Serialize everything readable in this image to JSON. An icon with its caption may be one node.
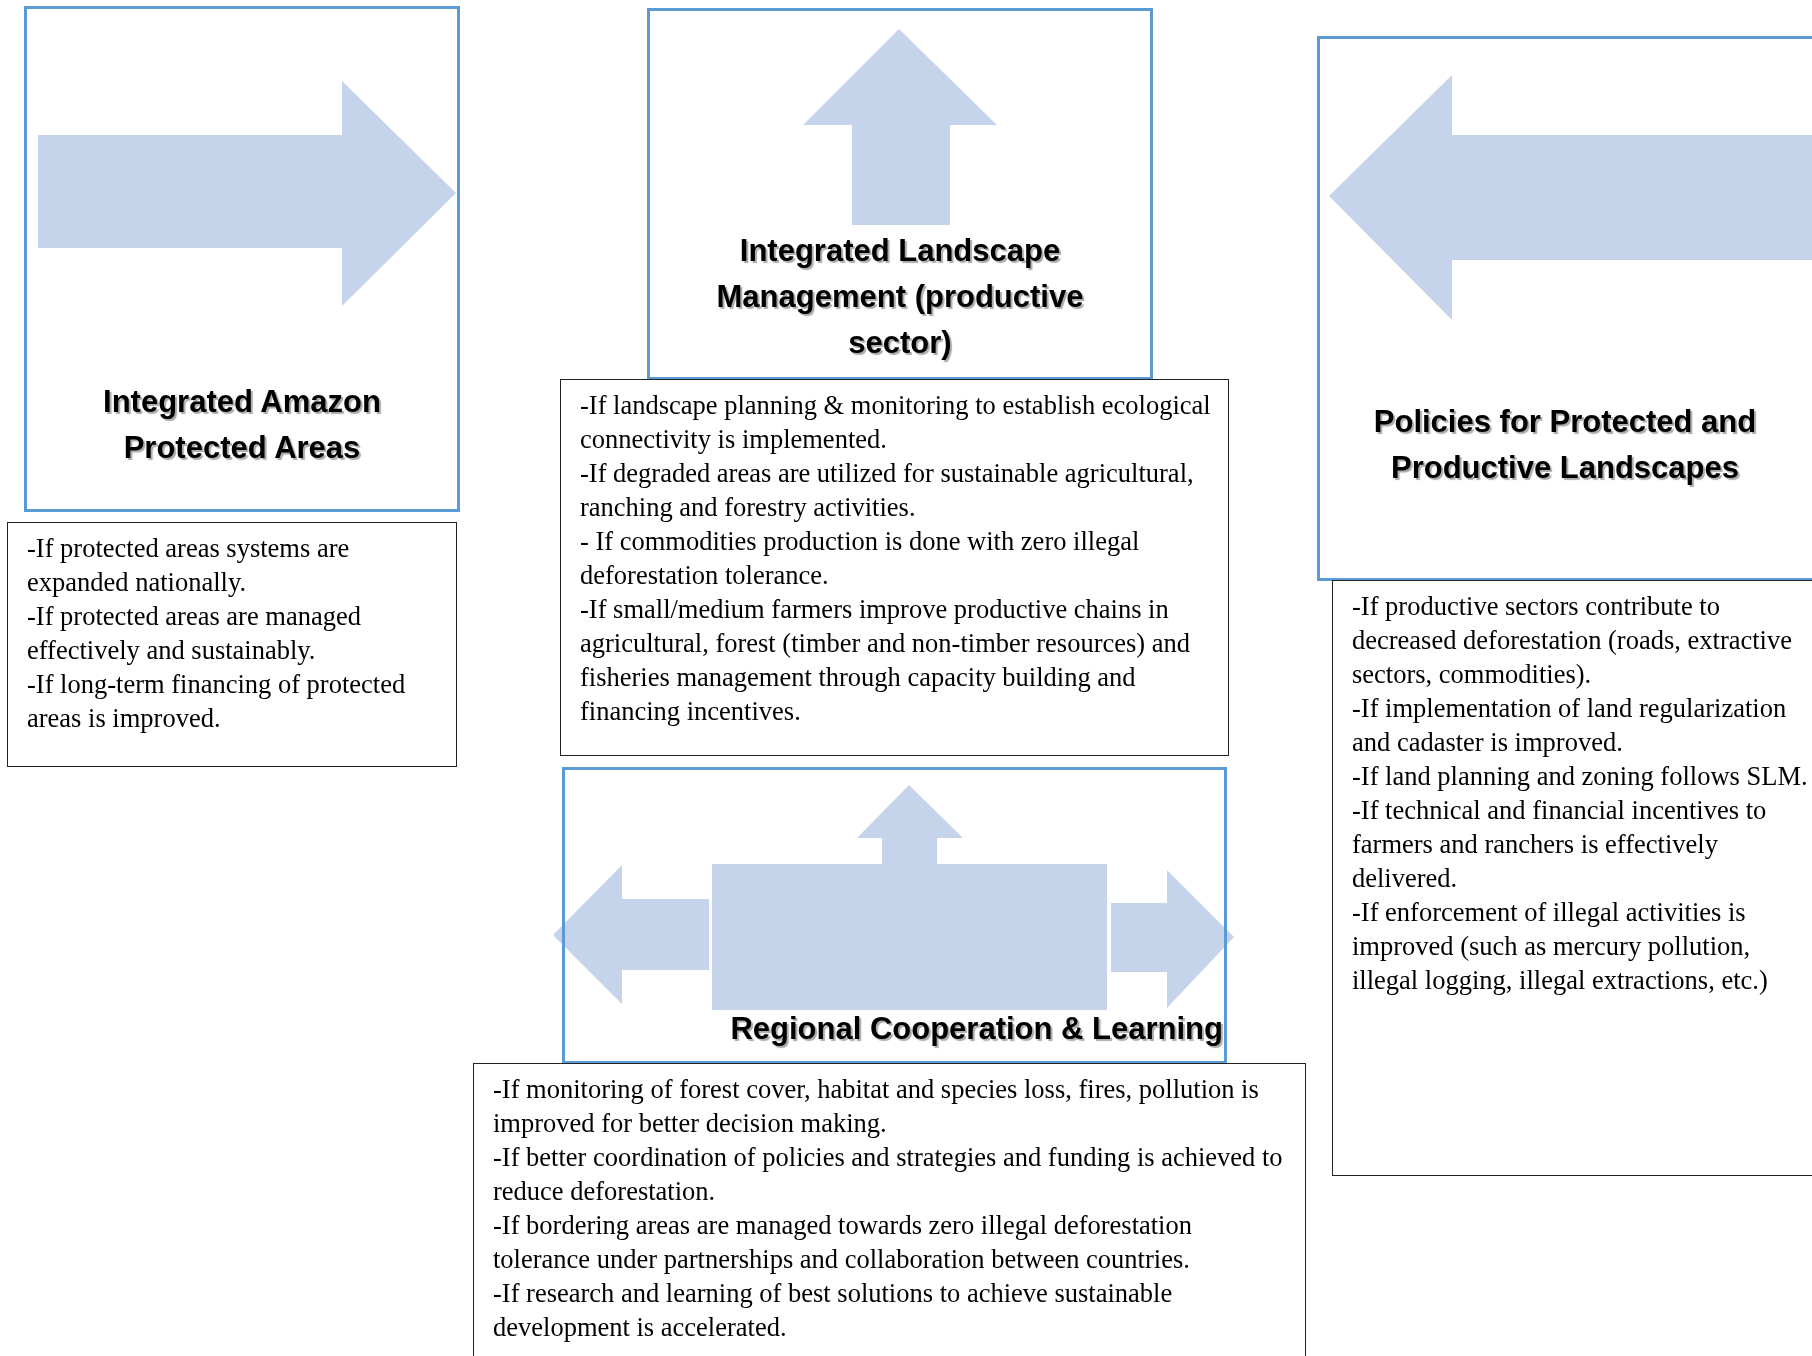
{
  "diagram": {
    "nodes": [
      {
        "text": [
          "Integrated Amazon Protected Areas"
        ]
      },
      {
        "text": [
          "-If protected areas systems are expanded nationally.",
          "-If protected areas are managed effectively and sustainably.",
          "-If long-term financing of protected areas is improved."
        ]
      },
      {
        "text": [
          "Integrated Landscape Management (productive sector)"
        ]
      },
      {
        "text": [
          "-If landscape planning & monitoring to establish ecological connectivity is implemented.",
          "-If degraded areas are utilized for sustainable agricultural, ranching and forestry activities.",
          "- If commodities production is done with zero illegal deforestation tolerance.",
          "-If small/medium farmers improve productive chains in agricultural, forest (timber and non-timber resources) and fisheries management through capacity building and financing incentives."
        ]
      },
      {
        "text": [
          "Regional Cooperation & Learning"
        ]
      },
      {
        "text": [
          "-If monitoring of forest cover, habitat and species loss, fires, pollution is improved for better decision making.",
          "-If better coordination of policies and strategies and funding is achieved to reduce deforestation.",
          "-If bordering areas are managed towards zero illegal deforestation tolerance under partnerships and collaboration between countries.",
          "-If research and learning of best solutions to achieve sustainable development is accelerated."
        ]
      },
      {
        "text": [
          "Policies for Protected and Productive Landscapes"
        ]
      },
      {
        "text": [
          "-If productive sectors contribute to decreased deforestation (roads, extractive sectors, commodities).",
          "-If implementation of land regularization and cadaster is improved.",
          "-If land planning and zoning follows SLM.",
          "-If technical and financial incentives to farmers and ranchers is effectively delivered.",
          "-If enforcement of illegal activities is improved (such as mercury pollution, illegal logging, illegal extractions, etc.)"
        ]
      }
    ]
  }
}
